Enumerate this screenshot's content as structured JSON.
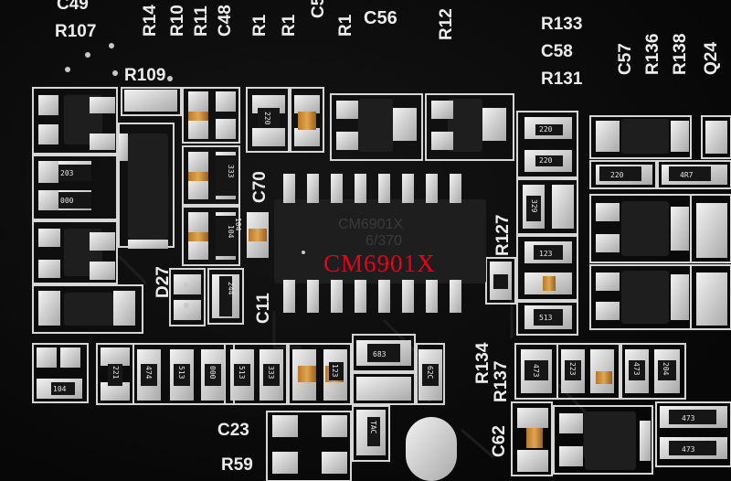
{
  "main_chip": {
    "label": "CM6901X",
    "marking_line1": "CM6901X",
    "marking_line2": "6/370"
  },
  "designators": {
    "top_left": "C49",
    "top_r107": "R107",
    "r109": "R109",
    "r14": "R14",
    "r10": "R10",
    "r11": "R11",
    "c48": "C48",
    "r1a": "R1",
    "r1b": "R1",
    "c5": "C5",
    "r1c": "R1",
    "c56": "C56",
    "r12": "R12",
    "r133": "R133",
    "c58": "C58",
    "r131": "R131",
    "c57": "C57",
    "r136": "R136",
    "r138": "R138",
    "q24": "Q24",
    "c70": "C70",
    "c11": "C11",
    "d27": "D27",
    "r127": "R127",
    "r134": "R134",
    "r137": "R137",
    "c62": "C62",
    "c23": "C23",
    "r59": "R59"
  },
  "smd_codes": [
    "203",
    "000",
    "104",
    "333",
    "104",
    "244",
    "220",
    "220",
    "329",
    "123",
    "513",
    "221",
    "474",
    "513",
    "000",
    "513",
    "333",
    "123",
    "683",
    "62C",
    "104",
    "473",
    "223",
    "473",
    "204",
    "473",
    "473",
    "4R7",
    "220",
    "220",
    "TAC"
  ],
  "colors": {
    "board": "#0a0a0a",
    "pad": "#d8d8d8",
    "silk": "#ececec",
    "chip_label": "#e8001c",
    "component": "#1e1e1e"
  }
}
